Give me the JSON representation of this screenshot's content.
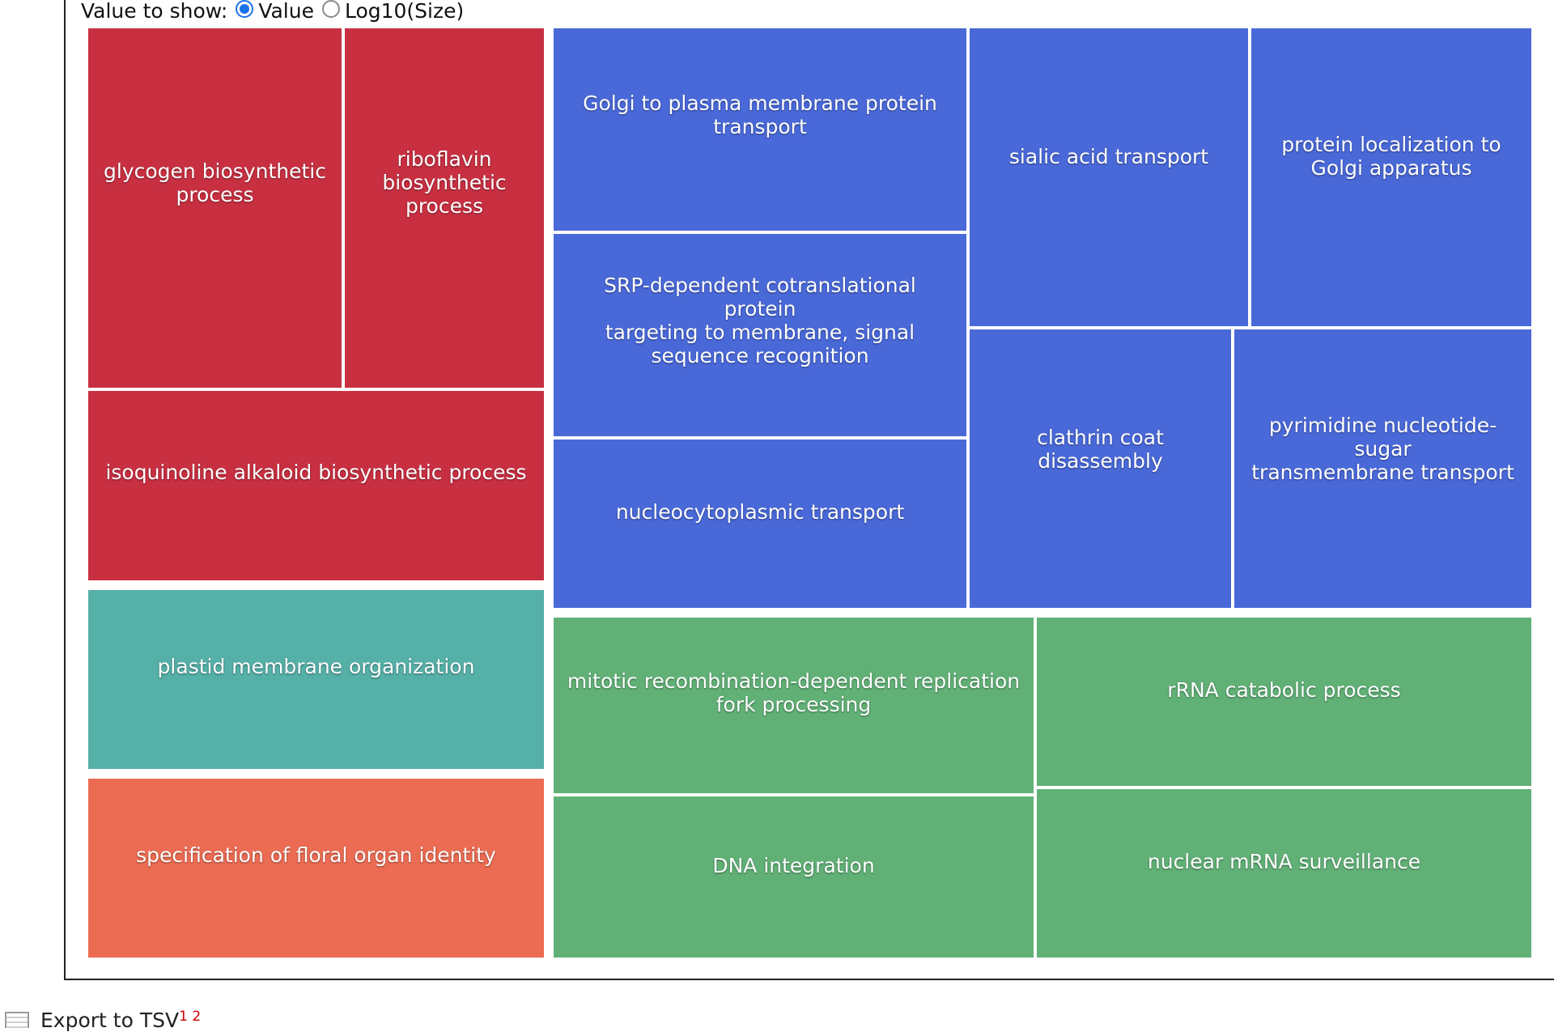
{
  "controls": {
    "label": "Value to show:",
    "options": [
      {
        "label": "Value",
        "checked": true
      },
      {
        "label": "Log10(Size)",
        "checked": false
      }
    ]
  },
  "export": {
    "label": "Export to TSV",
    "sups": [
      "1",
      "2"
    ]
  },
  "chart_data": {
    "type": "treemap",
    "value_mode": "Value",
    "colors": {
      "red": "#c83042",
      "blue": "#4a69d9",
      "teal": "#55b0a8",
      "orange": "#ec6c53",
      "green": "#61b177"
    },
    "groups": [
      {
        "color": "red",
        "items": [
          {
            "label": "glycogen biosynthetic process"
          },
          {
            "label": "riboflavin biosynthetic process"
          },
          {
            "label": "isoquinoline alkaloid biosynthetic process"
          }
        ]
      },
      {
        "color": "teal",
        "items": [
          {
            "label": "plastid membrane organization"
          }
        ]
      },
      {
        "color": "orange",
        "items": [
          {
            "label": "specification of floral organ identity"
          }
        ]
      },
      {
        "color": "blue",
        "items": [
          {
            "label": "Golgi to plasma membrane protein transport"
          },
          {
            "label": "SRP-dependent cotranslational protein targeting to membrane, signal sequence recognition"
          },
          {
            "label": "nucleocytoplasmic transport"
          },
          {
            "label": "sialic acid transport"
          },
          {
            "label": "protein localization to Golgi apparatus"
          },
          {
            "label": "clathrin coat disassembly"
          },
          {
            "label": "pyrimidine nucleotide-sugar transmembrane transport"
          }
        ]
      },
      {
        "color": "green",
        "items": [
          {
            "label": "mitotic recombination-dependent replication fork processing"
          },
          {
            "label": "rRNA catabolic process"
          },
          {
            "label": "DNA integration"
          },
          {
            "label": "nuclear mRNA surveillance"
          }
        ]
      }
    ]
  }
}
